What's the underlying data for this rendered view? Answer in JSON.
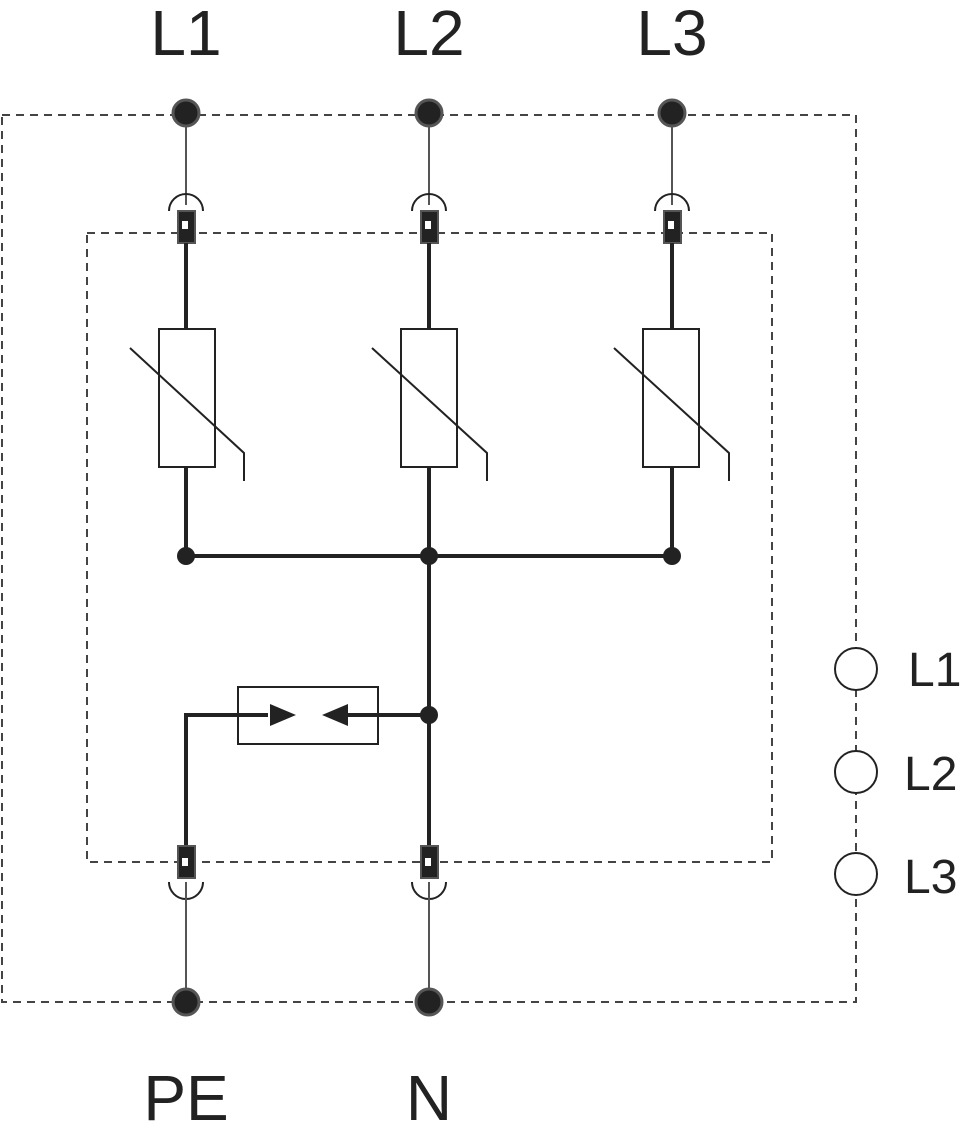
{
  "terminals": {
    "top": [
      "L1",
      "L2",
      "L3"
    ],
    "bottom": [
      "PE",
      "N"
    ]
  },
  "indicators": [
    "L1",
    "L2",
    "L3"
  ],
  "colors": {
    "line": "#222222",
    "dashed": "#444444",
    "background": "#ffffff"
  }
}
